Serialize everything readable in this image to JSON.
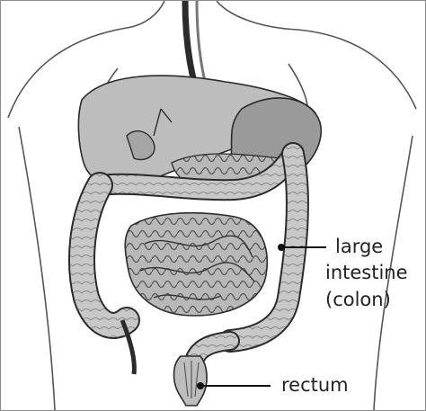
{
  "labels": {
    "colon_line1": "large",
    "colon_line2": "intestine",
    "colon_line3": "(colon)",
    "rectum": "rectum"
  },
  "colors": {
    "organ_fill": "#bdbdbd",
    "organ_dark": "#8e8e8e",
    "outline": "#2b2b2b",
    "text": "#222222"
  }
}
